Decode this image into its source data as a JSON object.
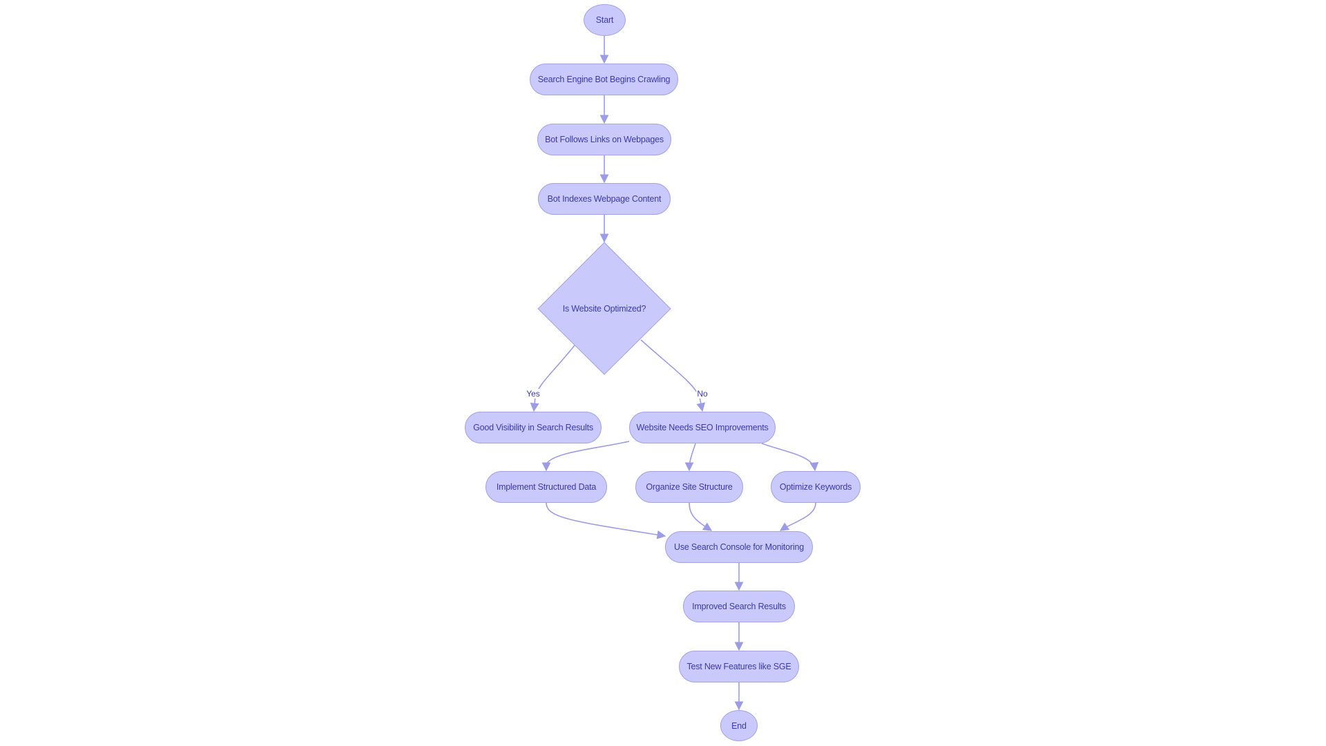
{
  "diagram": {
    "type": "flowchart",
    "colors": {
      "node_fill": "#c9c9fb",
      "node_stroke": "#a3a3e6",
      "text": "#3b3ba6",
      "edge": "#9b9be6"
    },
    "nodes": {
      "start": "Start",
      "crawl": "Search Engine Bot Begins Crawling",
      "follow": "Bot Follows Links on Webpages",
      "index": "Bot Indexes Webpage Content",
      "decision": "Is Website Optimized?",
      "good": "Good Visibility in Search Results",
      "needs": "Website Needs SEO Improvements",
      "structured": "Implement Structured Data",
      "organize": "Organize Site Structure",
      "keywords": "Optimize Keywords",
      "console": "Use Search Console for Monitoring",
      "improved": "Improved Search Results",
      "test": "Test New Features like SGE",
      "end": "End"
    },
    "edge_labels": {
      "yes": "Yes",
      "no": "No"
    },
    "edges": [
      [
        "start",
        "crawl"
      ],
      [
        "crawl",
        "follow"
      ],
      [
        "follow",
        "index"
      ],
      [
        "index",
        "decision"
      ],
      [
        "decision",
        "good",
        "Yes"
      ],
      [
        "decision",
        "needs",
        "No"
      ],
      [
        "needs",
        "structured"
      ],
      [
        "needs",
        "organize"
      ],
      [
        "needs",
        "keywords"
      ],
      [
        "structured",
        "console"
      ],
      [
        "organize",
        "console"
      ],
      [
        "keywords",
        "console"
      ],
      [
        "console",
        "improved"
      ],
      [
        "improved",
        "test"
      ],
      [
        "test",
        "end"
      ]
    ]
  }
}
